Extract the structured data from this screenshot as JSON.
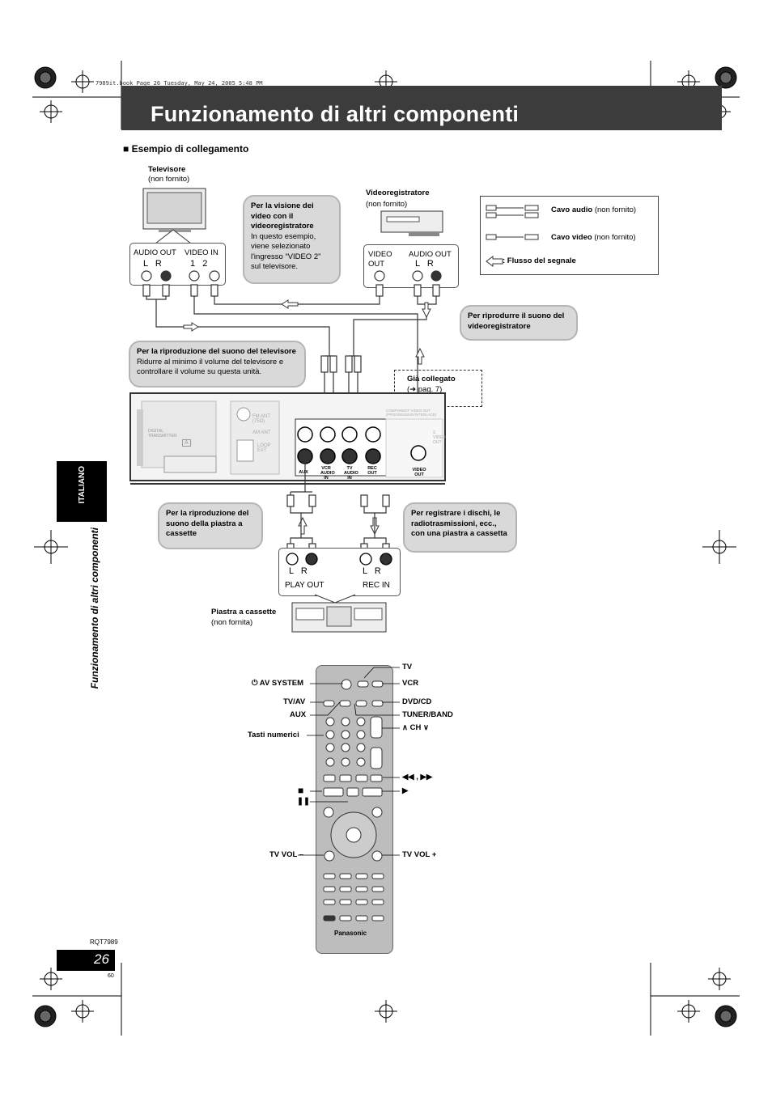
{
  "meta_line": "7989it.book  Page 26  Tuesday, May 24, 2005  5:48 PM",
  "title": "Funzionamento di altri componenti",
  "section": "■ Esempio di collegamento",
  "tv": {
    "name": "Televisore",
    "note": "(non fornito)",
    "jack1": "AUDIO OUT",
    "jack1_lr": "L   R",
    "jack2": "VIDEO IN",
    "jack2_nums": "1   2"
  },
  "vcr": {
    "name": "Videoregistratore",
    "note": "(non fornito)",
    "jack1": "VIDEO OUT",
    "jack2": "AUDIO OUT",
    "jack2_lr": "L   R"
  },
  "bubble_vcr_view": {
    "title": "Per la visione dei video con il videoregistratore",
    "text": "In questo esempio, viene selezionato l'ingresso “VIDEO 2” sul televisore."
  },
  "legend": {
    "audio_cable": "Cavo audio",
    "audio_note": "(non fornito)",
    "video_cable": "Cavo video",
    "video_note": "(non fornito)",
    "flow": ": Flusso del segnale"
  },
  "bubble_vcr_sound": "Per riprodurre il suono del videoregistratore",
  "bubble_tv_sound": {
    "title": "Per la riproduzione del suono del televisore",
    "text": "Ridurre al minimo il volume del televisore e controllare il volume su questa unità."
  },
  "already_connected": {
    "title": "Già collegato",
    "ref": "(➜ pag. 7)"
  },
  "unit_jacks": [
    "AUX",
    "VCR AUDIO IN",
    "TV AUDIO IN",
    "REC OUT",
    "VIDEO OUT"
  ],
  "unit_labels": {
    "digital": "DIGITAL TRANSMITTER",
    "fm": "FM ANT (75Ω)",
    "am": "AM ANT",
    "loop": "LOOP EXT",
    "component": "COMPONENT VIDEO OUT (PROGRESSIVE/INTERLACE)",
    "svideo": "S VIDEO OUT",
    "a": "A"
  },
  "bubble_cassette_play": "Per la riproduzione del suono della piastra a cassette",
  "bubble_cassette_rec": "Per registrare i dischi, le radiotrasmissioni, ecc., con una piastra a cassetta",
  "cassette": {
    "lr1": "L   R",
    "lr2": "L   R",
    "play": "PLAY OUT",
    "rec": "REC IN",
    "name": "Piastra a cassette",
    "note": "(non fornita)"
  },
  "remote_labels": {
    "tv": "TV",
    "av_system": "⏻ AV SYSTEM",
    "vcr": "VCR",
    "tvav": "TV/AV",
    "dvdcd": "DVD/CD",
    "aux": "AUX",
    "tuner": "TUNER/BAND",
    "ch": "∧ CH ∨",
    "num": "Tasti numerici",
    "skip": "◀◀ , ▶▶",
    "stop": "■",
    "play": "▶",
    "pause": "❚❚",
    "tvvol_minus": "TV VOL –",
    "tvvol_plus": "TV VOL +",
    "brand": "Panasonic"
  },
  "side": {
    "lang": "ITALIANO",
    "section": "Funzionamento di altri componenti"
  },
  "footer": {
    "code": "RQT7989",
    "page": "26",
    "sub": "60"
  }
}
